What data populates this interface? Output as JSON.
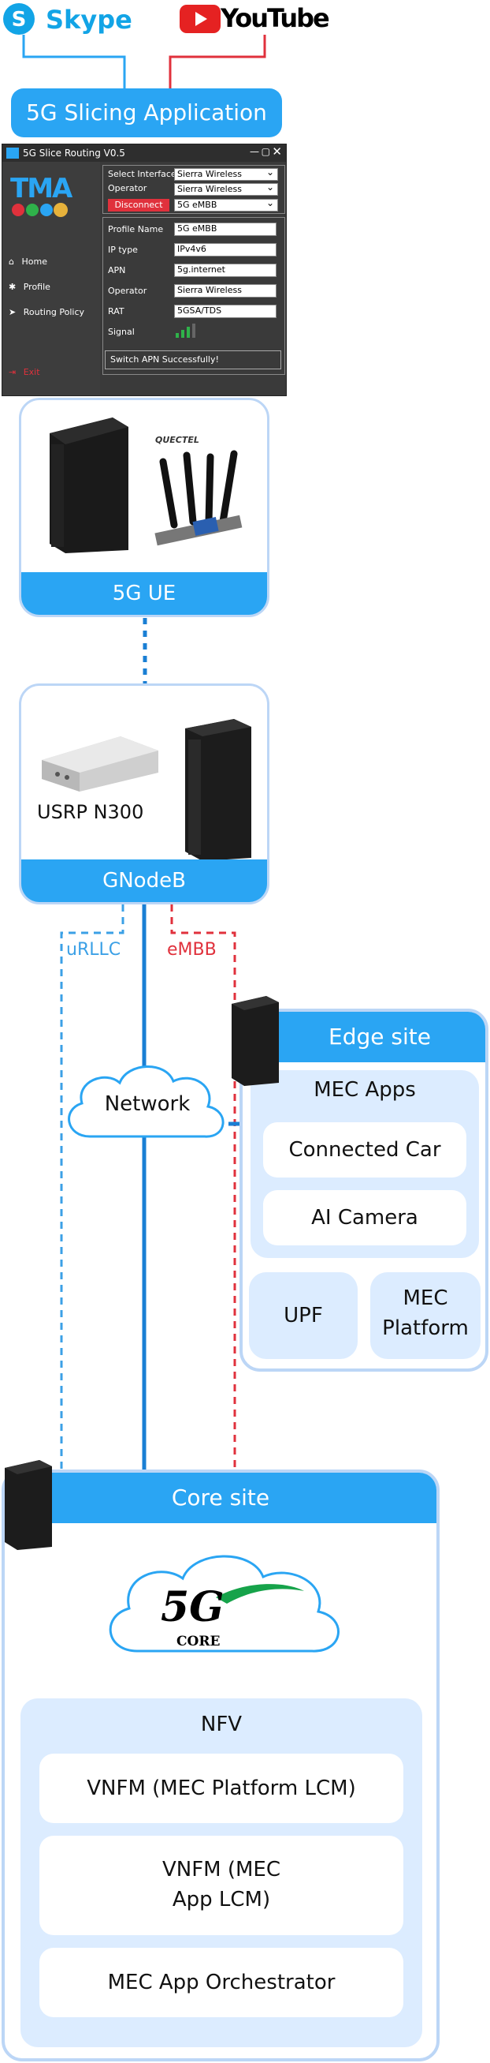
{
  "top": {
    "skype_label": "Skype",
    "youtube_label": "YouTube",
    "app_banner": "5G Slicing Application"
  },
  "app_window": {
    "title": "5G Slice Routing V0.5",
    "logo_text": "TMA",
    "sidebar": [
      "Home",
      "Profile",
      "Routing Policy"
    ],
    "exit_label": "Exit",
    "select_interface_label": "Select Interface",
    "select_interface_value": "Sierra Wireless",
    "operator_label": "Operator",
    "operator_value": "Sierra Wireless",
    "disconnect_label": "Disconnect",
    "slice_value": "5G eMBB",
    "profile_name_label": "Profile Name",
    "profile_name_value": "5G eMBB",
    "ip_type_label": "IP type",
    "ip_type_value": "IPv4v6",
    "apn_label": "APN",
    "apn_value": "5g.internet",
    "operator2_label": "Operator",
    "operator2_value": "Sierra Wireless",
    "rat_label": "RAT",
    "rat_value": "5GSA/TDS",
    "signal_label": "Signal",
    "status_message": "Switch APN Successfully!"
  },
  "ue": {
    "label": "5G UE",
    "brand": "QUECTEL"
  },
  "gnb": {
    "label": "GNodeB",
    "usrp": "USRP N300"
  },
  "links": {
    "urllc": "uRLLC",
    "embb": "eMBB",
    "network": "Network"
  },
  "edge": {
    "title": "Edge site",
    "mec_apps": "MEC Apps",
    "app1": "Connected Car",
    "app2": "AI Camera",
    "upf": "UPF",
    "mec_platform": "MEC Platform"
  },
  "core": {
    "title": "Core site",
    "logo_big": "5G",
    "logo_small": "CORE",
    "nfv": "NFV",
    "item1": "VNFM (MEC Platform LCM)",
    "item2": "VNFM (MEC App LCM)",
    "item3": "MEC App Orchestrator"
  },
  "colors": {
    "accent": "#2aa5f3",
    "urllc": "#3ba0e6",
    "embb": "#e0313c",
    "card_border": "#bcd6f6",
    "light_fill": "#dcecff"
  }
}
